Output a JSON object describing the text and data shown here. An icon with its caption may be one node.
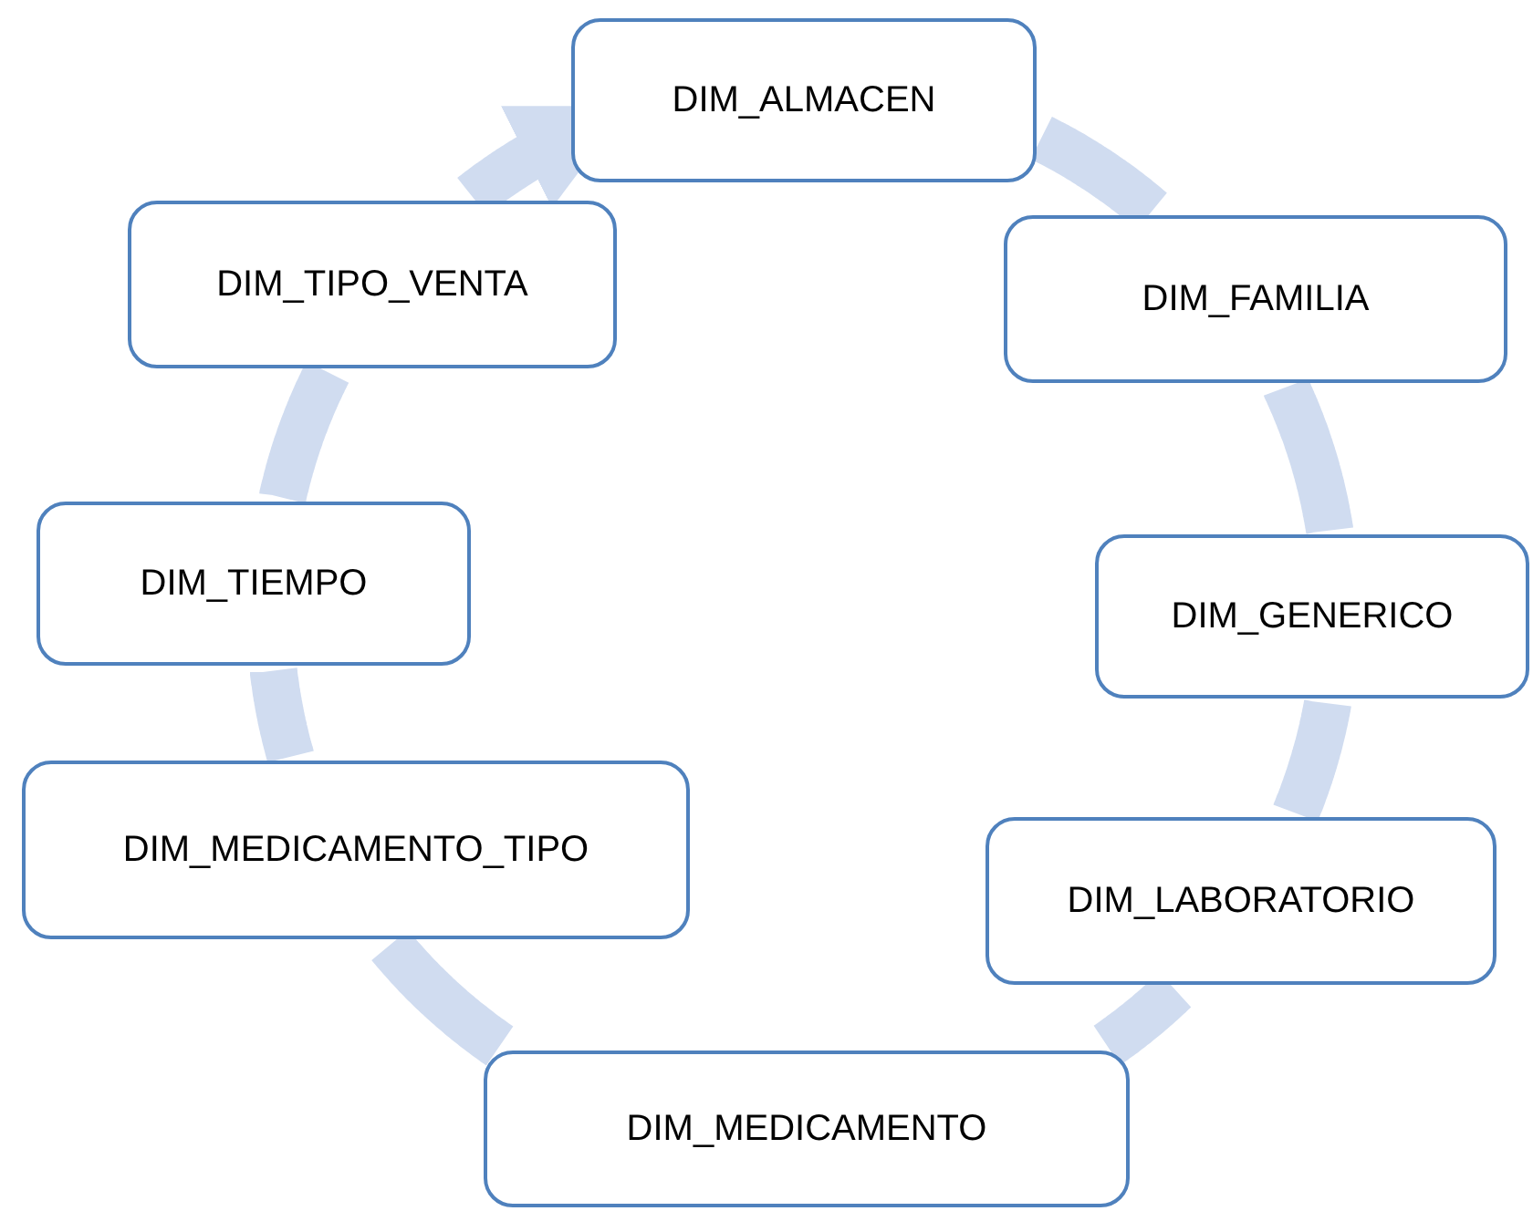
{
  "diagram": {
    "nodes": [
      {
        "text": [
          "DIM_ALMACEN"
        ]
      },
      {
        "text": [
          "DIM_FAMILIA"
        ]
      },
      {
        "text": [
          "DIM_GENERICO"
        ]
      },
      {
        "text": [
          "DIM_LABORATORIO"
        ]
      },
      {
        "text": [
          "DIM_MEDICAMENTO"
        ]
      },
      {
        "text": [
          "DIM_MEDICAMENTO_TIPO"
        ]
      },
      {
        "text": [
          "DIM_TIEMPO"
        ]
      },
      {
        "text": [
          "DIM_TIPO_VENTA"
        ]
      }
    ],
    "edges": [
      {
        "from": 0,
        "to": 1,
        "arrow": "none"
      },
      {
        "from": 1,
        "to": 2,
        "arrow": "none"
      },
      {
        "from": 2,
        "to": 3,
        "arrow": "none"
      },
      {
        "from": 3,
        "to": 4,
        "arrow": "none"
      },
      {
        "from": 4,
        "to": 5,
        "arrow": "none"
      },
      {
        "from": 5,
        "to": 6,
        "arrow": "none"
      },
      {
        "from": 6,
        "to": 7,
        "arrow": "none"
      },
      {
        "from": 7,
        "to": 0,
        "arrow": "to"
      }
    ]
  }
}
